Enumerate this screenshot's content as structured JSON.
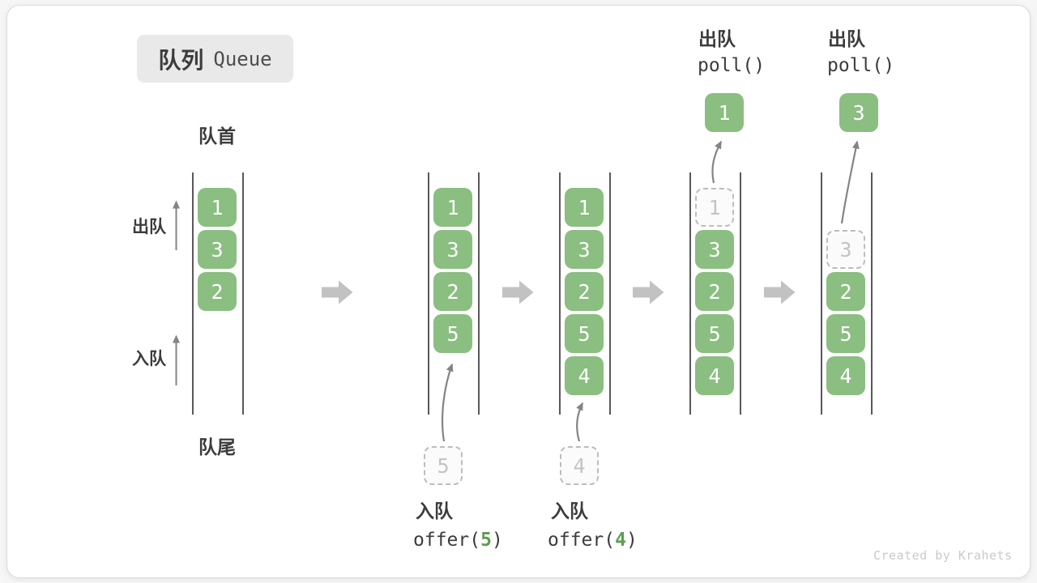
{
  "title": {
    "zh": "队列",
    "en": "Queue"
  },
  "labels": {
    "front": "队首",
    "rear": "队尾",
    "dequeue": "出队",
    "enqueue": "入队"
  },
  "watermark": "Created by Krahets",
  "colors": {
    "item_green": "#8BBE81",
    "code_green": "#5C9E52",
    "dark_text": "#3C3C3C",
    "block_arrow": "#C2C2C2",
    "thin_arrow": "#848484",
    "queue_line": "#595959",
    "ghost_border": "#BDBDBD",
    "ghost_text": "#C4C4C4",
    "title_bg": "#E9E9E9",
    "watermark_text": "#CACACA"
  },
  "queues": [
    {
      "name": "state-1",
      "start_row": 0,
      "slots": [
        {
          "v": "1",
          "ghost": false
        },
        {
          "v": "3",
          "ghost": false
        },
        {
          "v": "2",
          "ghost": false
        }
      ]
    },
    {
      "name": "state-2",
      "start_row": 0,
      "slots": [
        {
          "v": "1",
          "ghost": false
        },
        {
          "v": "3",
          "ghost": false
        },
        {
          "v": "2",
          "ghost": false
        },
        {
          "v": "5",
          "ghost": false
        }
      ],
      "incoming": "5",
      "caption": {
        "action": "入队",
        "code": [
          {
            "t": "offer(",
            "green": false
          },
          {
            "t": "5",
            "green": true
          },
          {
            "t": ")",
            "green": false
          }
        ]
      }
    },
    {
      "name": "state-3",
      "start_row": 0,
      "slots": [
        {
          "v": "1",
          "ghost": false
        },
        {
          "v": "3",
          "ghost": false
        },
        {
          "v": "2",
          "ghost": false
        },
        {
          "v": "5",
          "ghost": false
        },
        {
          "v": "4",
          "ghost": false
        }
      ],
      "incoming": "4",
      "caption": {
        "action": "入队",
        "code": [
          {
            "t": "offer(",
            "green": false
          },
          {
            "t": "4",
            "green": true
          },
          {
            "t": ")",
            "green": false
          }
        ]
      }
    },
    {
      "name": "state-4",
      "start_row": 0,
      "slots": [
        {
          "v": "1",
          "ghost": true
        },
        {
          "v": "3",
          "ghost": false
        },
        {
          "v": "2",
          "ghost": false
        },
        {
          "v": "5",
          "ghost": false
        },
        {
          "v": "4",
          "ghost": false
        }
      ],
      "popped": "1",
      "caption": {
        "action": "出队",
        "code": [
          {
            "t": "poll()",
            "green": false
          }
        ]
      }
    },
    {
      "name": "state-5",
      "start_row": 1,
      "slots": [
        {
          "v": "3",
          "ghost": true
        },
        {
          "v": "2",
          "ghost": false
        },
        {
          "v": "5",
          "ghost": false
        },
        {
          "v": "4",
          "ghost": false
        }
      ],
      "popped": "3",
      "caption": {
        "action": "出队",
        "code": [
          {
            "t": "poll()",
            "green": false
          }
        ]
      }
    }
  ]
}
